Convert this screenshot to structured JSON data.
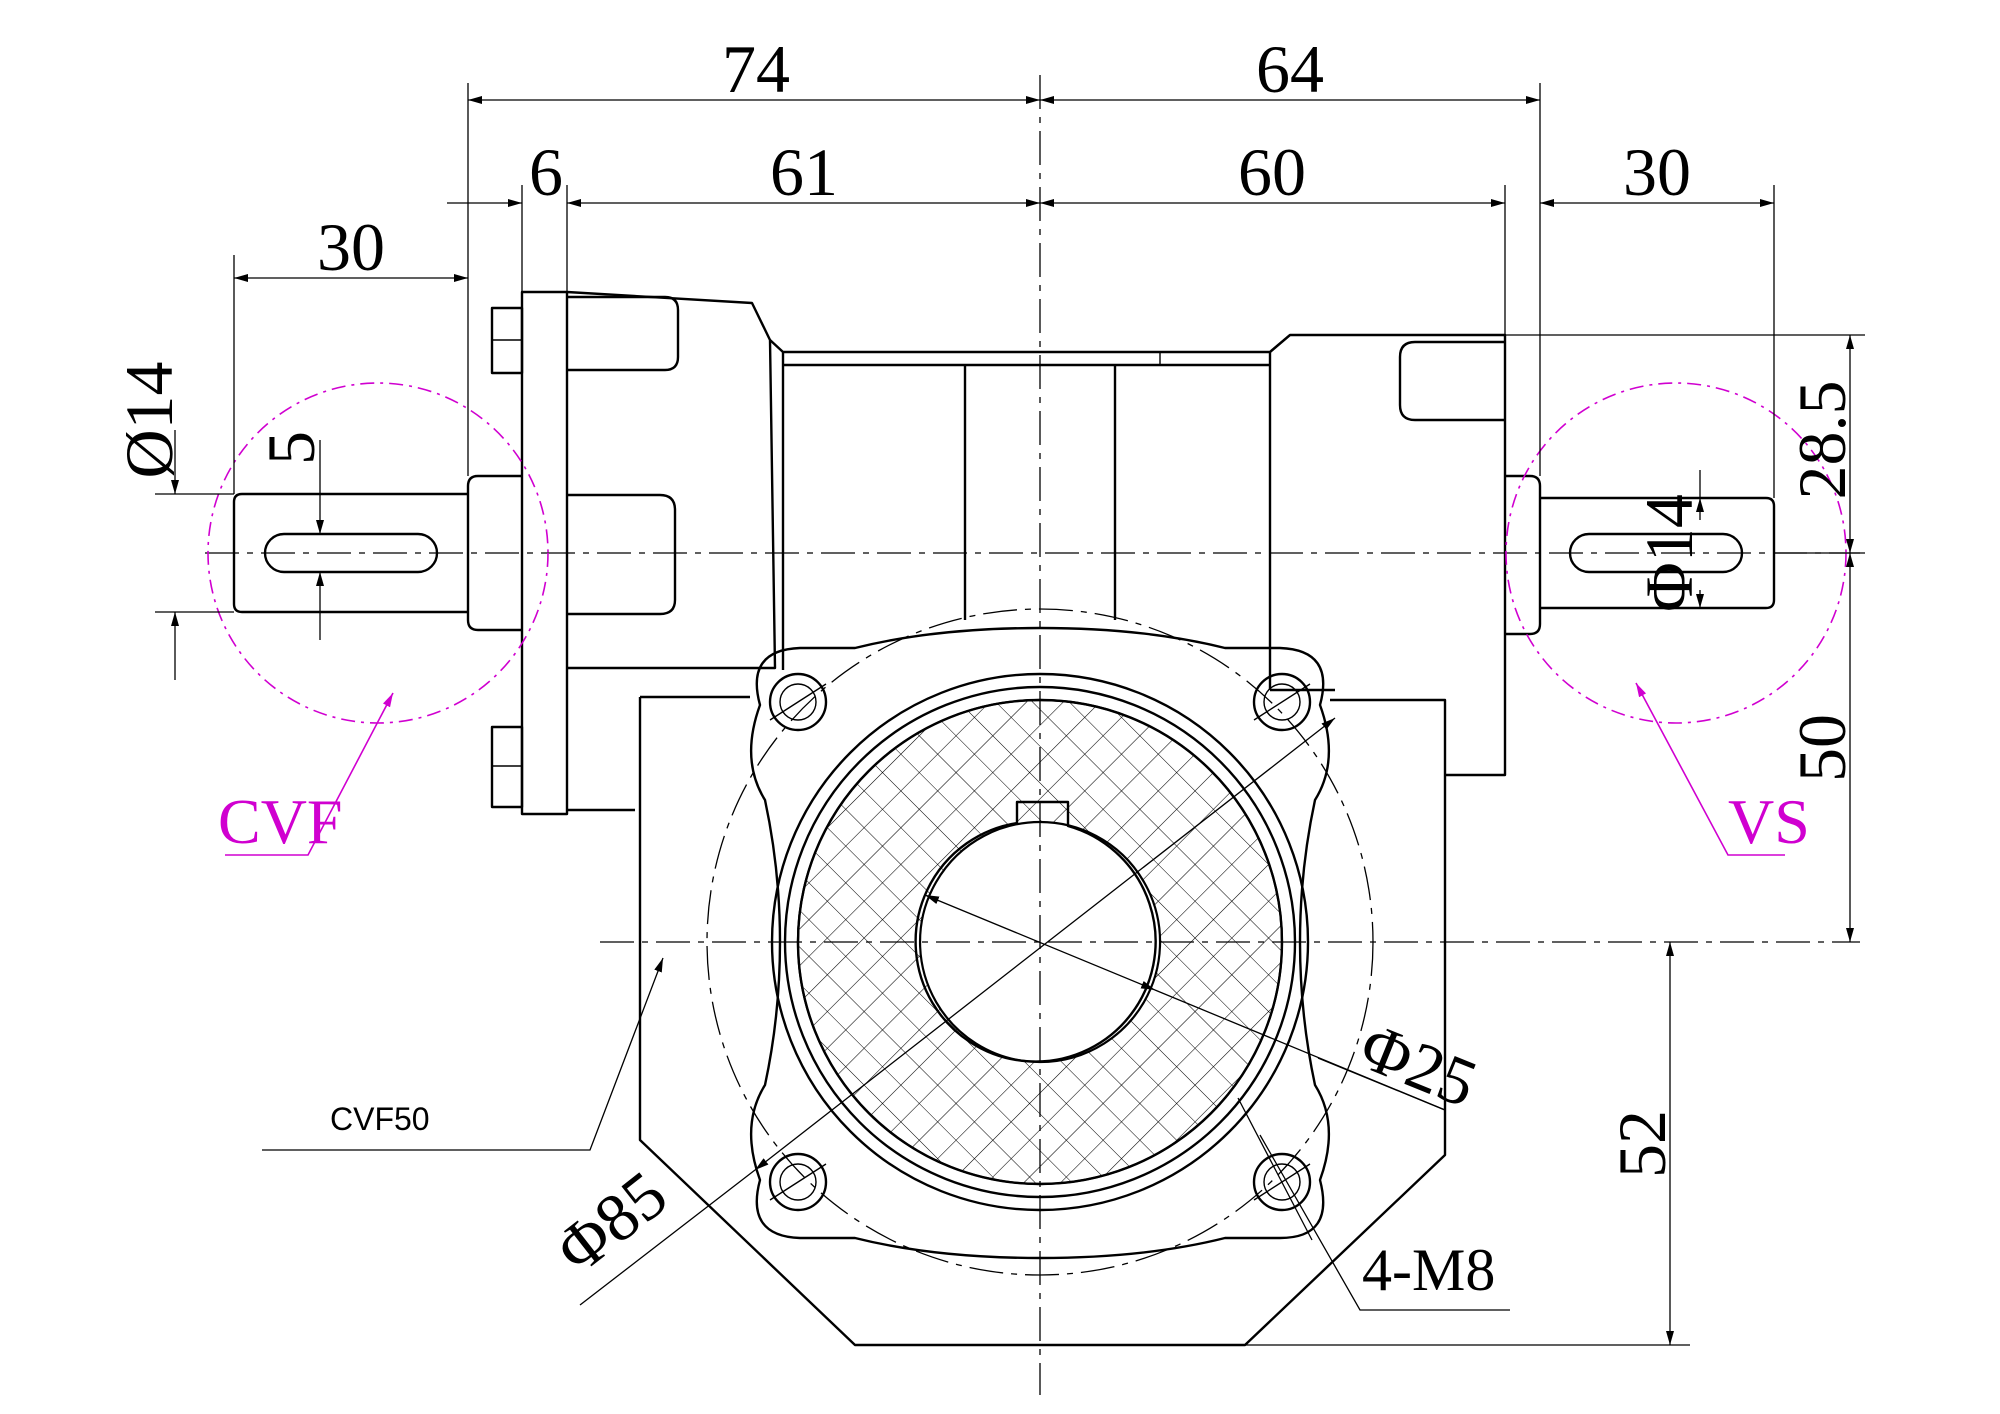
{
  "dimensions": {
    "overall_left": "74",
    "overall_right": "64",
    "flange": "6",
    "left_body": "61",
    "right_body": "60",
    "left_shaft_length": "30",
    "right_shaft_length": "30",
    "left_shaft_dia": "Ø14",
    "key_width": "5",
    "right_shaft_dia": "Φ14",
    "right_height": "28.5",
    "center_height": "50",
    "bottom_height": "52",
    "bore_dia": "Φ25",
    "bolt_circle_dia": "Φ85",
    "bolts": "4-M8"
  },
  "labels": {
    "left_view": "CVF",
    "right_view": "VS",
    "model": "CVF50"
  },
  "colors": {
    "outline": "#000000",
    "view_marker": "#d000d0"
  }
}
